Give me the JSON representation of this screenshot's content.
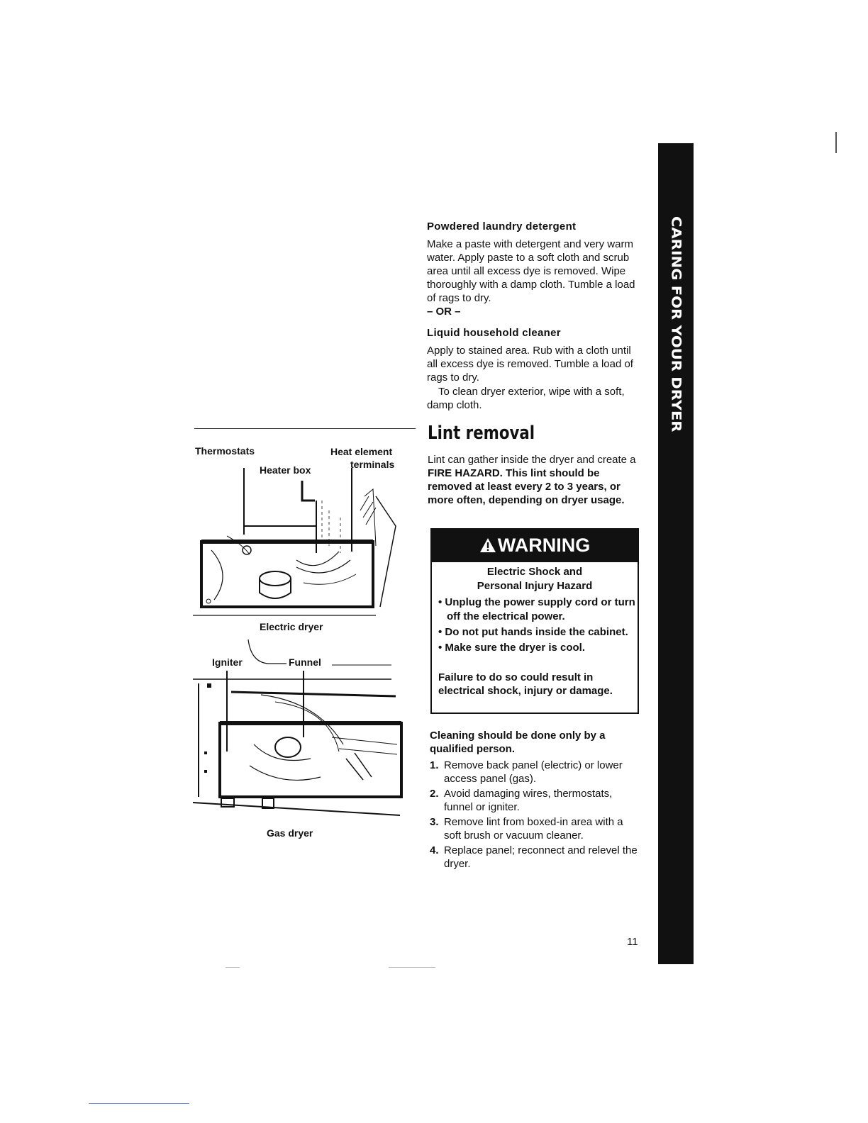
{
  "side_tab": {
    "label": "CARING FOR YOUR DRYER"
  },
  "powdered": {
    "title": "Powdered laundry detergent",
    "text": "Make a paste with detergent and very warm water. Apply paste to a soft cloth and scrub area until all excess dye is removed. Wipe thoroughly with a damp cloth. Tumble a load of rags to dry.",
    "or": "– OR –"
  },
  "liquid": {
    "title": "Liquid household cleaner",
    "text": "Apply to stained area. Rub with a cloth until all excess dye is removed. Tumble a load of rags to dry.",
    "exterior": "To clean dryer exterior, wipe with a soft, damp cloth."
  },
  "lint": {
    "title": "Lint removal",
    "intro": "Lint can gather inside the dryer and create a ",
    "intro_bold": "FIRE HAZARD. This lint should be removed at least every 2 to 3 years, or more often, depending on dryer usage."
  },
  "warning": {
    "header": "WARNING",
    "title_line1": "Electric Shock and",
    "title_line2": "Personal Injury Hazard",
    "items": [
      "Unplug the power supply cord or turn off the electrical power.",
      "Do not put hands inside the cabinet.",
      "Make sure the dryer is cool."
    ],
    "footer": "Failure to do so could result in electrical shock, injury or damage."
  },
  "cleaning": {
    "title": "Cleaning should be done only by a qualified person.",
    "steps": [
      {
        "num": "1.",
        "text": "Remove back panel (electric) or lower access panel (gas)."
      },
      {
        "num": "2.",
        "text": "Avoid damaging wires, thermostats, funnel or igniter."
      },
      {
        "num": "3.",
        "text": "Remove lint from boxed-in area with a soft brush or vacuum cleaner."
      },
      {
        "num": "4.",
        "text": "Replace panel; reconnect and relevel the dryer."
      }
    ]
  },
  "figure": {
    "thermostats": "Thermostats",
    "heat_element_line1": "Heat element",
    "heat_element_line2": "terminals",
    "heater_box": "Heater box",
    "electric_caption": "Electric dryer",
    "igniter": "Igniter",
    "funnel": "Funnel",
    "gas_caption": "Gas dryer"
  },
  "page_number": "11"
}
